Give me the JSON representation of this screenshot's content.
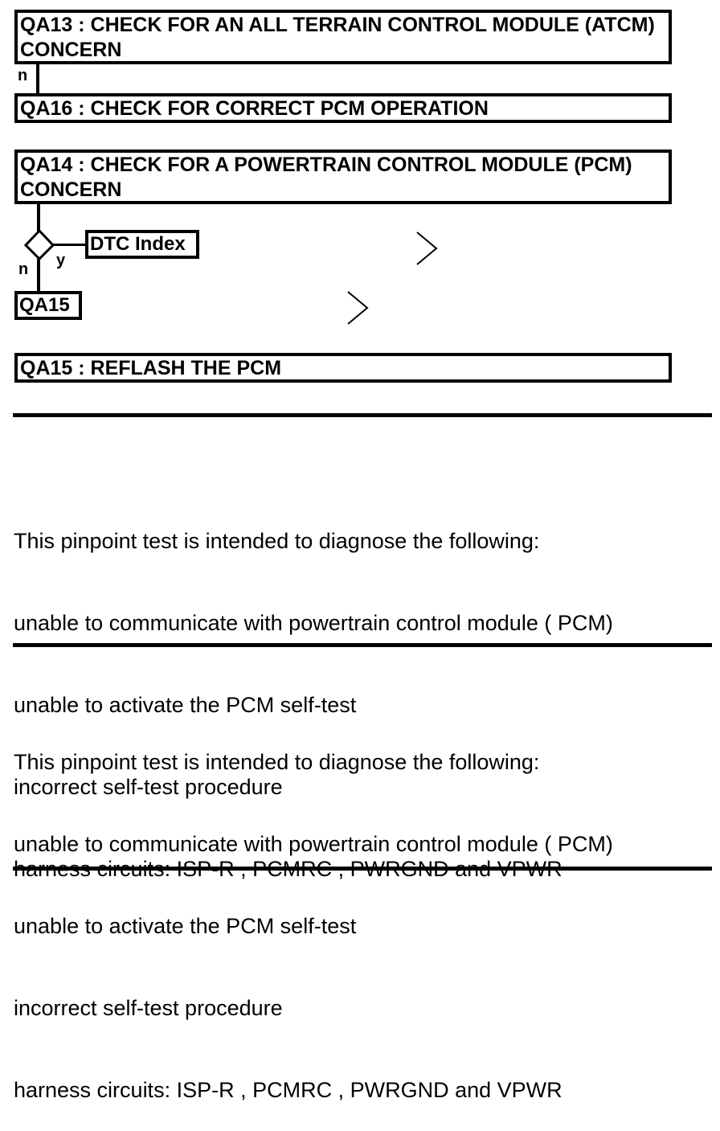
{
  "steps": {
    "qa13_title": "QA13 : CHECK FOR AN ALL TERRAIN CONTROL MODULE (ATCM) CONCERN",
    "qa16_title": "QA16 : CHECK FOR CORRECT PCM OPERATION",
    "qa14_title": "QA14 : CHECK FOR A POWERTRAIN CONTROL MODULE (PCM) CONCERN",
    "qa15_title": "QA15 : REFLASH THE PCM"
  },
  "branches": {
    "qa13_no": "n",
    "qa14_no": "n",
    "qa14_yes": "y",
    "dtc_index_link": "DTC Index",
    "qa15_link": "QA15"
  },
  "descriptions": [
    {
      "lines": [
        "This pinpoint test is intended to diagnose the following:",
        "unable to communicate with powertrain control module ( PCM)",
        "unable to activate the PCM self-test",
        "incorrect self-test procedure",
        "harness circuits: ISP-R , PCMRC , PWRGND and VPWR"
      ]
    },
    {
      "lines": [
        "This pinpoint test is intended to diagnose the following:",
        "unable to communicate with powertrain control module ( PCM)",
        "unable to activate the PCM self-test",
        "incorrect self-test procedure",
        "harness circuits: ISP-R , PCMRC , PWRGND and VPWR"
      ]
    }
  ],
  "icons": {
    "chevron": "chevron-right-icon",
    "decision": "decision-diamond-icon"
  },
  "colors": {
    "line": "#000000",
    "background": "#ffffff"
  }
}
